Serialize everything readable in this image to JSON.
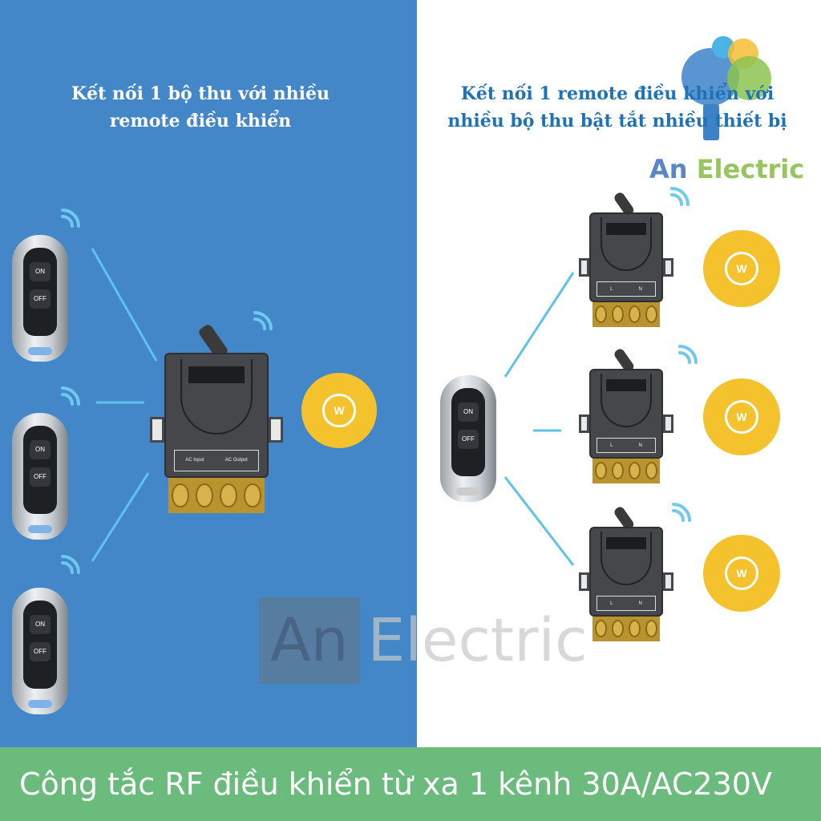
{
  "left_title": {
    "line1": "Kết nối 1 bộ thu với nhiều",
    "line2": "remote điều khiển"
  },
  "right_title": {
    "line1": "Kết nối 1 remote điều khiển với",
    "line2": "nhiều bộ thu bật tắt nhiều thiết bị"
  },
  "logo": {
    "part1": "An",
    "part2": "Electric"
  },
  "watermark": {
    "part1": "An",
    "part2": "Electric"
  },
  "remote": {
    "on": "ON",
    "off": "OFF"
  },
  "receiver": {
    "input": "AC Input",
    "output": "AC Output",
    "l": "L",
    "n": "N"
  },
  "bulb": {
    "label": "W"
  },
  "banner": "Công tắc RF điều khiển từ xa 1 kênh 30A/AC230V",
  "colors": {
    "left_bg": "#4387c9",
    "banner": "#6bbb7c",
    "bulb": "#f3c22c",
    "title_blue": "#1f72b8"
  }
}
